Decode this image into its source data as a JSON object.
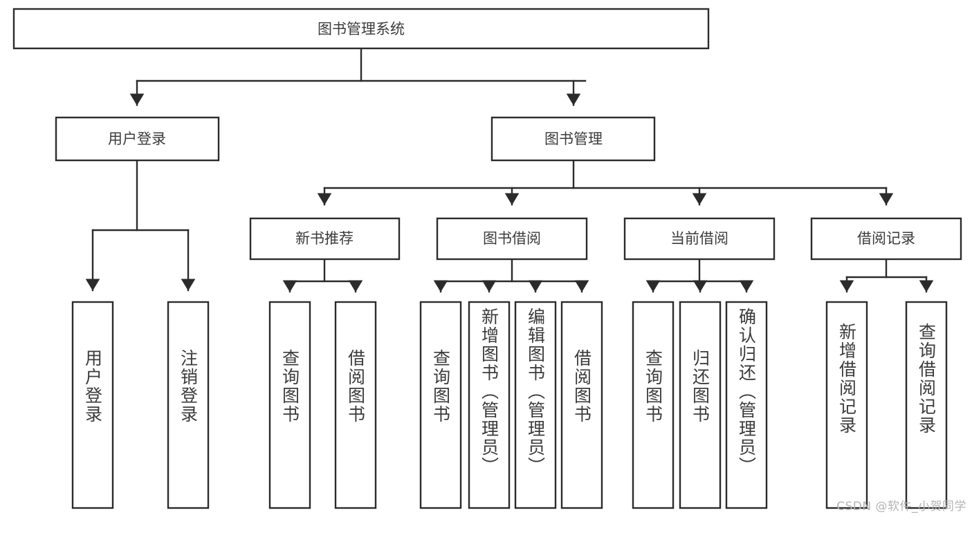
{
  "diagram": {
    "title": "图书管理系统",
    "type": "tree",
    "watermark": "CSDN @软件_小贺同学",
    "colors": {
      "stroke": "#2b2b2b",
      "text": "#3b3b3b",
      "background": "#ffffff",
      "watermark": "#b4b4b4"
    },
    "levels": {
      "root": {
        "label": "图书管理系统"
      },
      "level2": [
        {
          "label": "用户登录"
        },
        {
          "label": "图书管理"
        }
      ],
      "level3": [
        {
          "label": "新书推荐"
        },
        {
          "label": "图书借阅"
        },
        {
          "label": "当前借阅"
        },
        {
          "label": "借阅记录"
        }
      ],
      "leaves": {
        "user_login": [
          {
            "label": "用户登录"
          },
          {
            "label": "注销登录"
          }
        ],
        "new_book_recommend": [
          {
            "label": "查询图书"
          },
          {
            "label": "借阅图书"
          }
        ],
        "book_borrow": [
          {
            "label": "查询图书"
          },
          {
            "label": "新增图书（管理员）"
          },
          {
            "label": "编辑图书（管理员）"
          },
          {
            "label": "借阅图书"
          }
        ],
        "current_borrow": [
          {
            "label": "查询图书"
          },
          {
            "label": "归还图书"
          },
          {
            "label": "确认归还（管理员）"
          }
        ],
        "borrow_record": [
          {
            "label": "新增借阅记录"
          },
          {
            "label": "查询借阅记录"
          }
        ]
      }
    }
  }
}
